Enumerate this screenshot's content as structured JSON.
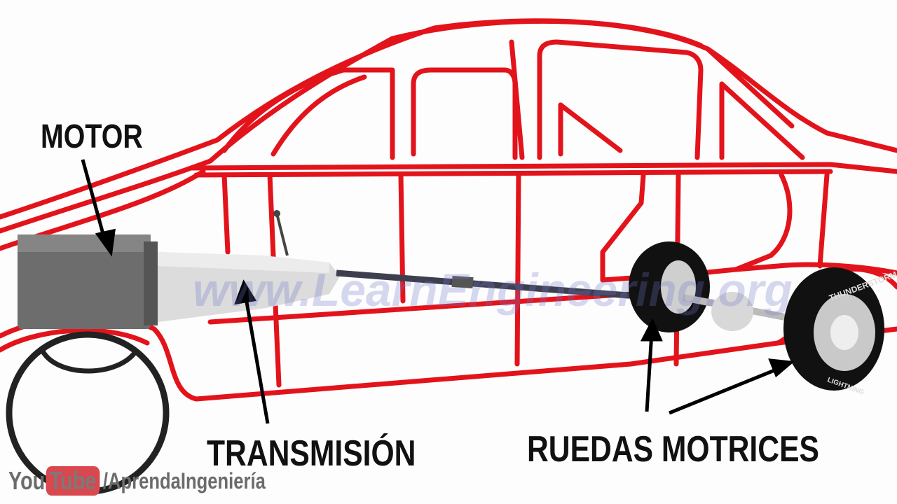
{
  "labels": {
    "motor": "MOTOR",
    "transmision": "TRANSMISIÓN",
    "ruedas": "RUEDAS MOTRICES"
  },
  "watermark": "www.LearnEngineering.org",
  "branding": {
    "you": "You",
    "tube": "Tube",
    "channel": "/AprendaIngeniería"
  },
  "tire_text": {
    "brand": "THUNDERSTORM",
    "model": "LIGHTNING"
  },
  "colors": {
    "frame": "#e3131b",
    "engine": "#6d6d6d",
    "transmission": "#d9d9d9",
    "driveshaft": "#3d3f4e",
    "tire": "#111111",
    "label": "#111111"
  }
}
